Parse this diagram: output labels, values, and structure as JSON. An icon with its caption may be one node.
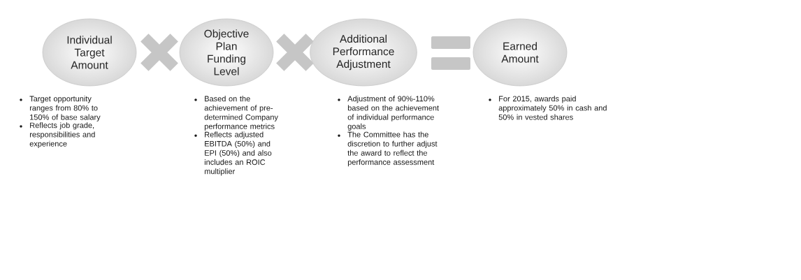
{
  "diagram": {
    "nodes": [
      {
        "text": [
          "Individual Target Amount"
        ],
        "beside": [
          "Target opportunity ranges from 80% to 150% of base salary",
          "Reflects job grade, responsibilities and experience"
        ]
      },
      {
        "text": [
          "Objective Plan Funding Level"
        ],
        "beside": [
          "Based on the achievement of pre-determined Company performance metrics",
          "Reflects adjusted EBITDA (50%) and EPI (50%) and also includes an ROIC multiplier"
        ]
      },
      {
        "text": [
          "Additional Performance Adjustment"
        ],
        "beside": [
          "Adjustment of 90%-110% based on the achievement of individual performance goals",
          "The Committee has the discretion to further adjust the award to reflect the performance assessment"
        ]
      },
      {
        "text": [
          "Earned Amount"
        ],
        "beside": [
          "For 2015, awards paid approximately 50% in cash and 50% in vested shares"
        ]
      }
    ]
  }
}
